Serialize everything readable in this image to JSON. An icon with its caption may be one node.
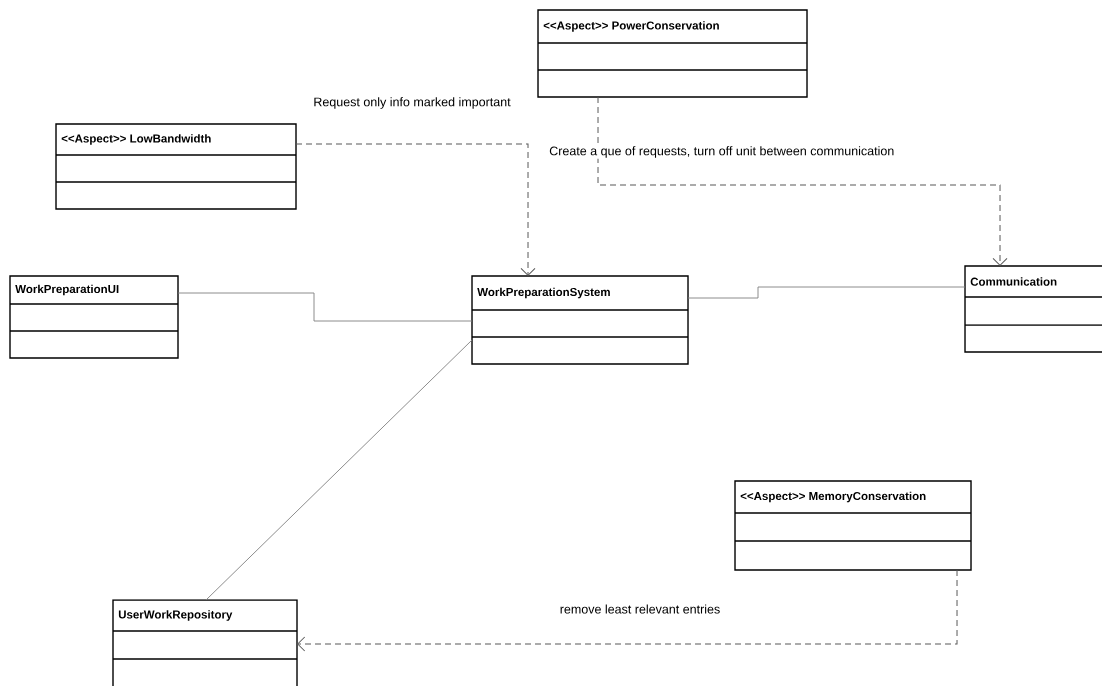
{
  "diagram": {
    "nodes": [
      {
        "text": [
          "<<Aspect>> PowerConservation"
        ]
      },
      {
        "text": [
          "<<Aspect>> LowBandwidth"
        ]
      },
      {
        "text": [
          "WorkPreparationUI"
        ]
      },
      {
        "text": [
          "WorkPreparationSystem"
        ]
      },
      {
        "text": [
          "Communication"
        ]
      },
      {
        "text": [
          "<<Aspect>> MemoryConservation"
        ]
      },
      {
        "text": [
          "UserWorkRepository"
        ]
      }
    ],
    "edges": [
      {
        "from": 1,
        "to": 3,
        "arrow": "to",
        "style": "dashed",
        "label": "Request only info marked important"
      },
      {
        "from": 0,
        "to": 4,
        "arrow": "to",
        "style": "dashed",
        "label": "Create a que of requests, turn off unit between communication"
      },
      {
        "from": 2,
        "to": 3,
        "arrow": "none"
      },
      {
        "from": 3,
        "to": 4,
        "arrow": "none"
      },
      {
        "from": 3,
        "to": 6,
        "arrow": "none"
      },
      {
        "from": 5,
        "to": 6,
        "arrow": "to",
        "style": "dashed",
        "label": "remove least relevant entries"
      }
    ]
  }
}
